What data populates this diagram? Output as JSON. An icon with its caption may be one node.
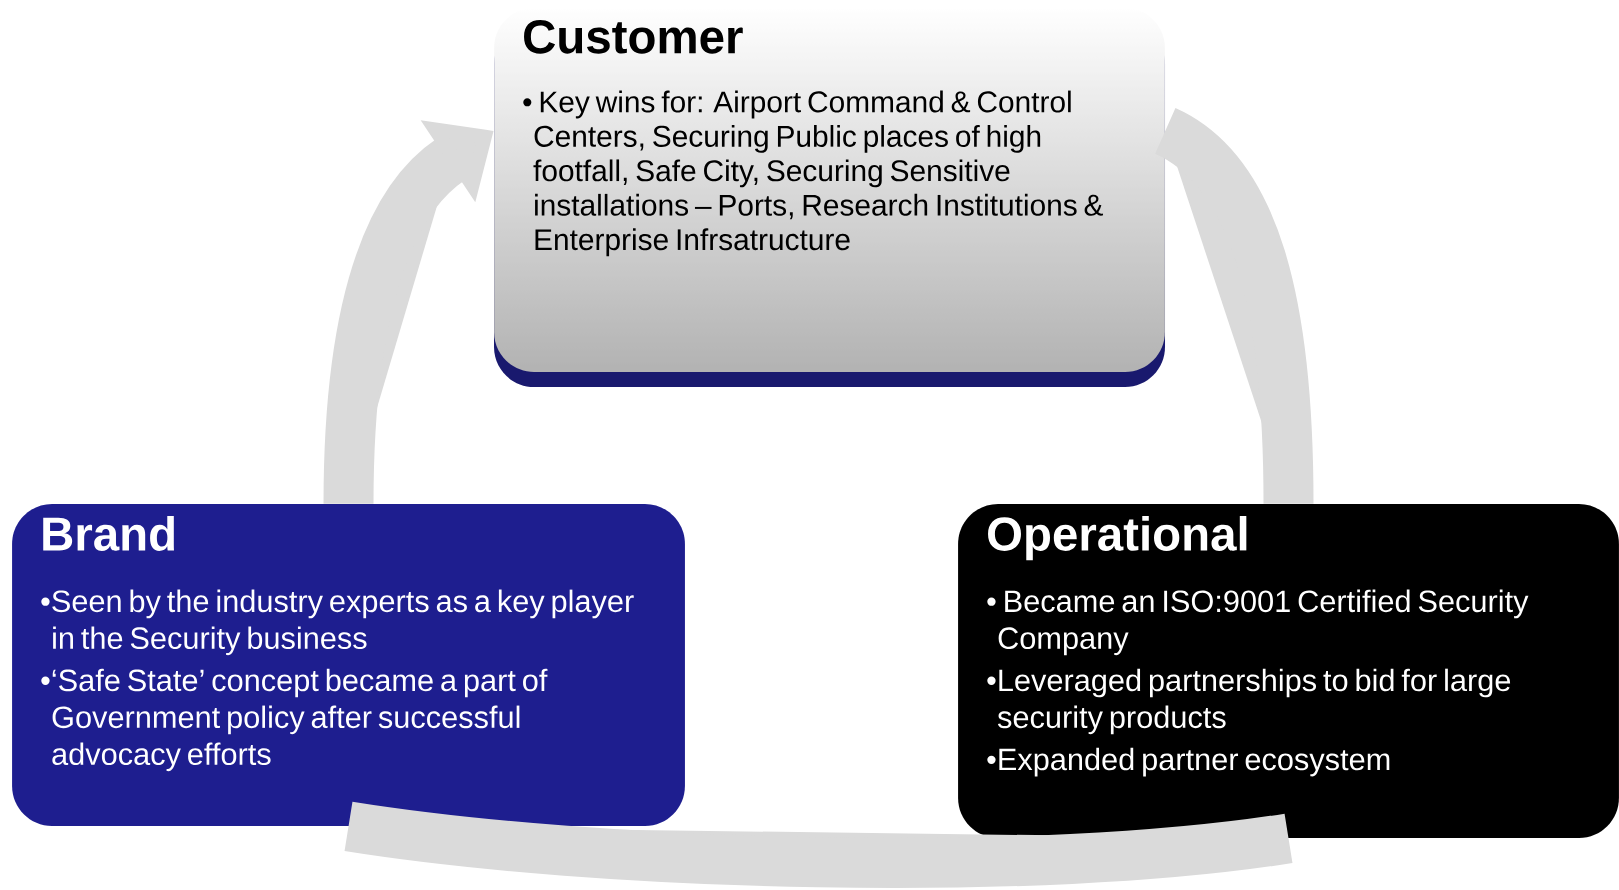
{
  "diagram": {
    "nodes": [
      {
        "text": [
          "Customer",
          "• Key wins for: Airport Command & Control Centers, Securing Public places of high footfall, Safe City, Securing Sensitive installations – Ports, Research Institutions & Enterprise Infrsatructure"
        ]
      },
      {
        "text": [
          "Brand",
          "•Seen by the industry experts as a key player in the Security business",
          "•‘Safe State’ concept became a part of Government policy after successful advocacy efforts"
        ]
      },
      {
        "text": [
          "Operational",
          "• Became an ISO:9001 Certified Security Company",
          "•Leveraged partnerships to bid for large security products",
          "•Expanded partner ecosystem"
        ]
      }
    ],
    "edges": [
      {
        "from": 1,
        "to": 0,
        "arrow": "to"
      },
      {
        "from": 0,
        "to": 2,
        "arrow": "none"
      },
      {
        "from": 2,
        "to": 1,
        "arrow": "none"
      }
    ]
  }
}
